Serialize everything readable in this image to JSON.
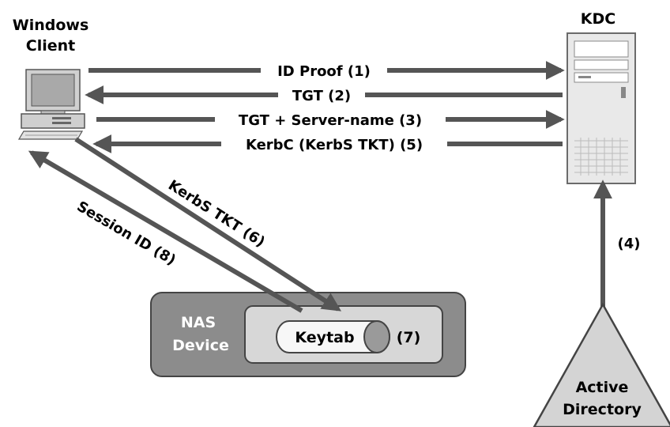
{
  "nodes": {
    "client_line1": "Windows",
    "client_line2": "Client",
    "kdc": "KDC",
    "nas_line1": "NAS",
    "nas_line2": "Device",
    "keytab": "Keytab",
    "keytab_step": "(7)",
    "ad_line1": "Active",
    "ad_line2": "Directory"
  },
  "messages": {
    "m1": "ID Proof (1)",
    "m2": "TGT (2)",
    "m3": "TGT + Server-name (3)",
    "m5": "KerbC (KerbS TKT) (5)",
    "m4": "(4)",
    "m6": "KerbS TKT (6)",
    "m8": "Session ID (8)"
  },
  "colors": {
    "arrow": "#555555",
    "nas_outer": "#8c8c8c",
    "nas_inner": "#d7d7d7",
    "triangle": "#d4d4d4"
  }
}
